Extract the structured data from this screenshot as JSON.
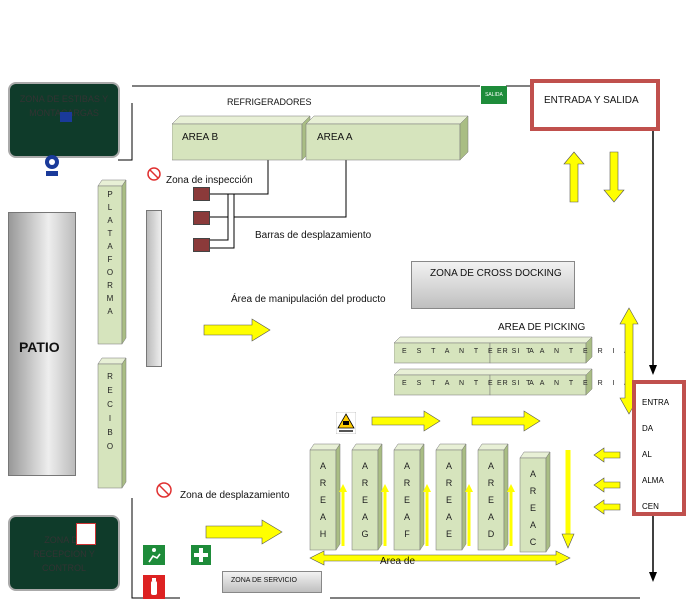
{
  "labels": {
    "zona_estibas": "ZONA DE ESTIBAS Y MONTACARGAS",
    "refrigeradores": "REFRIGERADORES",
    "area_b": "AREA B",
    "area_a": "AREA A",
    "salida_sign": "SALIDA",
    "entrada_salida": "ENTRADA Y  SALIDA",
    "zona_inspeccion": "Zona de inspección",
    "barras": "Barras de desplazamiento",
    "plataforma": [
      "P",
      "L",
      "A",
      "T",
      "A",
      "F",
      "O",
      "R",
      "M",
      "A"
    ],
    "patio": "PATIO",
    "cross_docking": "ZONA DE CROSS DOCKING",
    "area_manipulacion": "Área de manipulación del producto",
    "area_picking": "AREA DE PICKING",
    "estanteria": "E S T A N T E R I A",
    "recibo": [
      "R",
      "E",
      "C",
      "I",
      "B",
      "O"
    ],
    "entrada_almacen": [
      "ENTRA",
      "DA",
      "AL",
      "ALMA",
      "CEN"
    ],
    "zona_desplazamiento": "Zona de desplazamiento",
    "zona_recepcion": "ZONA DE RECEPCION Y CONTROL",
    "zona_servicio": "ZONA DE SERVICIO",
    "area_de": "Area de",
    "areas_bottom": [
      [
        "A",
        "R",
        "E",
        "A",
        "H"
      ],
      [
        "A",
        "R",
        "E",
        "A",
        "G"
      ],
      [
        "A",
        "R",
        "E",
        "A",
        "F"
      ],
      [
        "A",
        "R",
        "E",
        "A",
        "E"
      ],
      [
        "A",
        "R",
        "E",
        "A",
        "D"
      ],
      [
        "A",
        "R",
        "E",
        "A",
        "C"
      ]
    ]
  },
  "colors": {
    "green_box": "#d6e4bd",
    "green_box_top": "#e8f0d6",
    "green_box_side": "#a9bd84",
    "grey_box": "#d9d9d9",
    "red_border": "#c0504d",
    "yellow_arrow": "#ffff00",
    "dark_zone": "#0f3b2a",
    "no_sign": "#e03030",
    "maroon_block": "#8b3a3a"
  },
  "icons": [
    "no-entry-icon",
    "exit-sign-icon",
    "first-aid-icon",
    "fire-extinguisher-icon",
    "forklift-warning-icon",
    "ppe-icon",
    "arrow-icon"
  ]
}
